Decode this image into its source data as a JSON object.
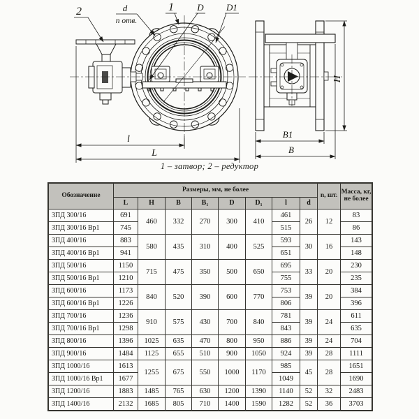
{
  "drawing": {
    "labels": {
      "ref2": "2",
      "d": "d",
      "n_holes": "n отв.",
      "ref1": "1",
      "D": "D",
      "D1": "D1"
    },
    "dims": {
      "l": "l",
      "L": "L",
      "H": "H",
      "B1": "B1",
      "B": "B"
    },
    "caption": "1 – затвор; 2 – редуктор"
  },
  "table": {
    "header": {
      "designation": "Обозначение",
      "sizes_group": "Размеры, мм, не более",
      "size_cols": [
        "L",
        "H",
        "B",
        "B₁",
        "D",
        "D₁",
        "l",
        "d"
      ],
      "n_col": "n, шт.",
      "mass_col": "Масса, кг, не более"
    },
    "rows": [
      {
        "name": "ЗПД 300/16",
        "L": "691",
        "H": "460",
        "B": "332",
        "B1": "270",
        "D": "300",
        "D1": "410",
        "l": "461",
        "d": "26",
        "n": "12",
        "mass": "83"
      },
      {
        "name": "ЗПД 300/16 Вр1",
        "L": "745",
        "l": "515",
        "mass": "86"
      },
      {
        "name": "ЗПД 400/16",
        "L": "883",
        "H": "580",
        "B": "435",
        "B1": "310",
        "D": "400",
        "D1": "525",
        "l": "593",
        "d": "30",
        "n": "16",
        "mass": "143"
      },
      {
        "name": "ЗПД 400/16 Вр1",
        "L": "941",
        "l": "651",
        "mass": "148"
      },
      {
        "name": "ЗПД 500/16",
        "L": "1150",
        "H": "715",
        "B": "475",
        "B1": "350",
        "D": "500",
        "D1": "650",
        "l": "695",
        "d": "33",
        "n": "20",
        "mass": "230"
      },
      {
        "name": "ЗПД 500/16 Вр1",
        "L": "1210",
        "l": "755",
        "mass": "235"
      },
      {
        "name": "ЗПД 600/16",
        "L": "1173",
        "H": "840",
        "B": "520",
        "B1": "390",
        "D": "600",
        "D1": "770",
        "l": "753",
        "d": "39",
        "n": "20",
        "mass": "384"
      },
      {
        "name": "ЗПД 600/16 Вр1",
        "L": "1226",
        "l": "806",
        "mass": "396"
      },
      {
        "name": "ЗПД 700/16",
        "L": "1236",
        "H": "910",
        "B": "575",
        "B1": "430",
        "D": "700",
        "D1": "840",
        "l": "781",
        "d": "39",
        "n": "24",
        "mass": "611"
      },
      {
        "name": "ЗПД 700/16 Вр1",
        "L": "1298",
        "l": "843",
        "mass": "635"
      },
      {
        "name": "ЗПД 800/16",
        "L": "1396",
        "H": "1025",
        "B": "635",
        "B1": "470",
        "D": "800",
        "D1": "950",
        "l": "886",
        "d": "39",
        "n": "24",
        "mass": "704"
      },
      {
        "name": "ЗПД 900/16",
        "L": "1484",
        "H": "1125",
        "B": "655",
        "B1": "510",
        "D": "900",
        "D1": "1050",
        "l": "924",
        "d": "39",
        "n": "28",
        "mass": "1111"
      },
      {
        "name": "ЗПД 1000/16",
        "L": "1613",
        "H": "1255",
        "B": "675",
        "B1": "550",
        "D": "1000",
        "D1": "1170",
        "l": "985",
        "d": "45",
        "n": "28",
        "mass": "1651"
      },
      {
        "name": "ЗПД 1000/16 Вр1",
        "L": "1677",
        "l": "1049",
        "mass": "1690"
      },
      {
        "name": "ЗПД 1200/16",
        "L": "1883",
        "H": "1485",
        "B": "765",
        "B1": "630",
        "D": "1200",
        "D1": "1390",
        "l": "1140",
        "d": "52",
        "n": "32",
        "mass": "2483"
      },
      {
        "name": "ЗПД 1400/16",
        "L": "2132",
        "H": "1685",
        "B": "805",
        "B1": "710",
        "D": "1400",
        "D1": "1590",
        "l": "1282",
        "d": "52",
        "n": "36",
        "mass": "3703"
      }
    ]
  }
}
